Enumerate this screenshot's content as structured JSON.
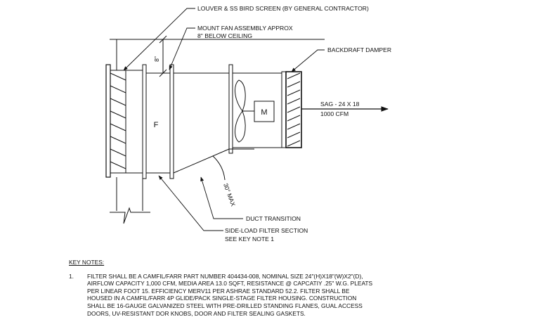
{
  "callouts": {
    "louver": "LOUVER & SS BIRD SCREEN (BY GENERAL CONTRACTOR)",
    "fan_line1": "MOUNT FAN ASSEMBLY APPROX",
    "fan_line2": "8\" BELOW CEILING",
    "damper": "BACKDRAFT DAMPER",
    "sag_line1": "SAG - 24 X 18",
    "sag_line2": "1000 CFM",
    "duct": "DUCT TRANSITION",
    "filter_line1": "SIDE-LOAD FILTER SECTION",
    "filter_line2": "SEE KEY NOTE 1"
  },
  "dimensions": {
    "ceiling_gap": "8\"",
    "angle": "30° MAX"
  },
  "section_labels": {
    "filter": "F",
    "motor": "M"
  },
  "key_notes": {
    "heading": "KEY NOTES:",
    "items": [
      {
        "number": "1.",
        "lines": [
          "FILTER SHALL BE A CAMFIL/FARR PART NUMBER 404434-008, NOMINAL SIZE 24\"(H)X18\"(W)X2\"(D),",
          "AIRFLOW CAPACITY 1,000 CFM, MEDIA AREA 13.0 SQFT, RESISTANCE @ CAPCATIY .25\" W.G. PLEATS",
          "PER LINEAR FOOT 15. EFFICIENCY MERV11 PER ASHRAE STANDARD 52.2. FILTER SHALL BE",
          "HOUSED IN A CAMFIL/FARR 4P GLIDE/PACK SINGLE-STAGE FILTER HOUSING. CONSTRUCTION",
          "SHALL BE 16-GAUGE GALVANIZED STEEL WITH PRE-DRILLED STANDING FLANES, GUAL ACCESS",
          "DOORS, UV-RESISTANT DOR KNOBS, DOOR AND FILTER SEALING GASKETS."
        ]
      }
    ]
  }
}
